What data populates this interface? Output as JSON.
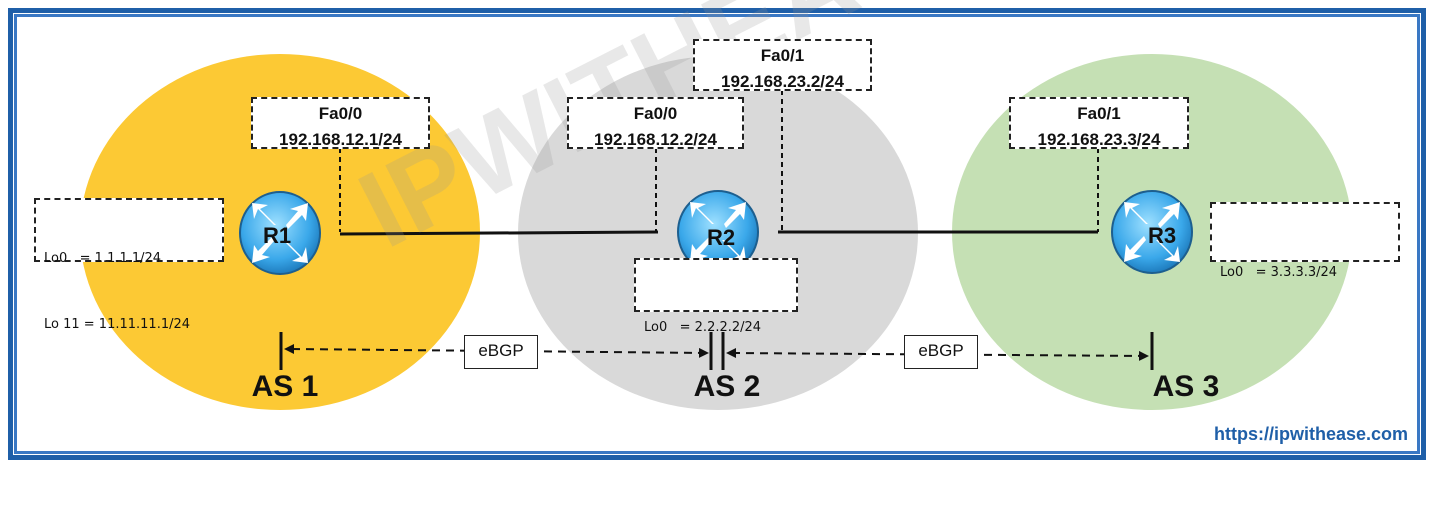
{
  "colors": {
    "as1_circle": "#fcc934",
    "as2_circle": "#d9d9d9",
    "as3_circle": "#c5e0b4",
    "frame": "#1f5fa8",
    "router": "#4fb7f0",
    "link_url": "#1f5fa8"
  },
  "routers": [
    {
      "name": "R1",
      "icon": "router-icon"
    },
    {
      "name": "R2",
      "icon": "router-icon"
    },
    {
      "name": "R3",
      "icon": "router-icon"
    }
  ],
  "interfaces": {
    "r1_fa00": {
      "name": "Fa0/0",
      "ip": "192.168.12.1/24"
    },
    "r2_fa00": {
      "name": "Fa0/0",
      "ip": "192.168.12.2/24"
    },
    "r2_fa01": {
      "name": "Fa0/1",
      "ip": "192.168.23.2/24"
    },
    "r3_fa01": {
      "name": "Fa0/1",
      "ip": "192.168.23.3/24"
    }
  },
  "loopbacks": {
    "r1": [
      "Lo0   = 1.1.1.1/24",
      "Lo 11 = 11.11.11.1/24"
    ],
    "r2": [
      "Lo0   = 2.2.2.2/24"
    ],
    "r3": [
      "Lo0   = 3.3.3.3/24"
    ]
  },
  "as_labels": [
    "AS 1",
    "AS 2",
    "AS 3"
  ],
  "ebgp_labels": [
    "eBGP",
    "eBGP"
  ],
  "watermark": "IPWITHEASE.COM",
  "website": "https://ipwithease.com"
}
